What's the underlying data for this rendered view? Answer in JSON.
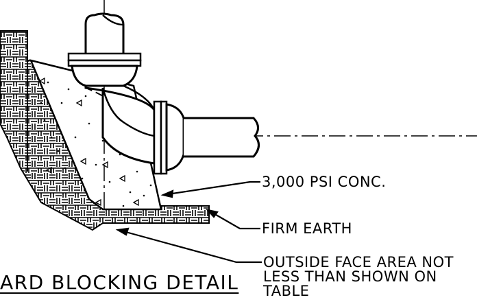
{
  "callouts": {
    "concrete": "3,000 PSI CONC.",
    "earth": "FIRM EARTH",
    "outside_face_1": "OUTSIDE FACE AREA NOT",
    "outside_face_2": "LESS THAN SHOWN ON",
    "outside_face_3": "TABLE"
  },
  "title": "ARD BLOCKING DETAIL"
}
